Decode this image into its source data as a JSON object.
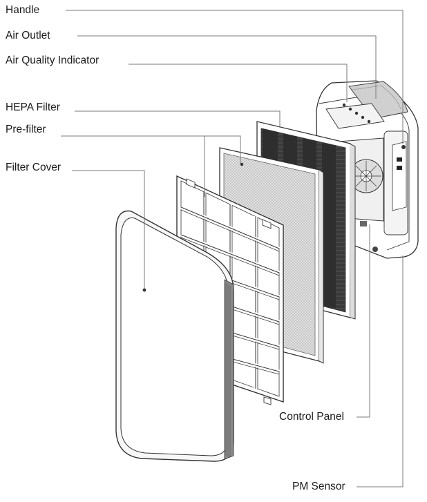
{
  "labels": {
    "handle": "Handle",
    "air_outlet": "Air Outlet",
    "air_quality_indicator": "Air Quality Indicator",
    "hepa_filter": "HEPA Filter",
    "pre_filter": "Pre-filter",
    "filter_cover": "Filter Cover",
    "control_panel": "Control Panel",
    "pm_sensor": "PM Sensor"
  },
  "colors": {
    "line": "#7a7a7a",
    "outline": "#333333",
    "hepa": "#3a3a3a",
    "mesh": "#c8c8c8"
  }
}
